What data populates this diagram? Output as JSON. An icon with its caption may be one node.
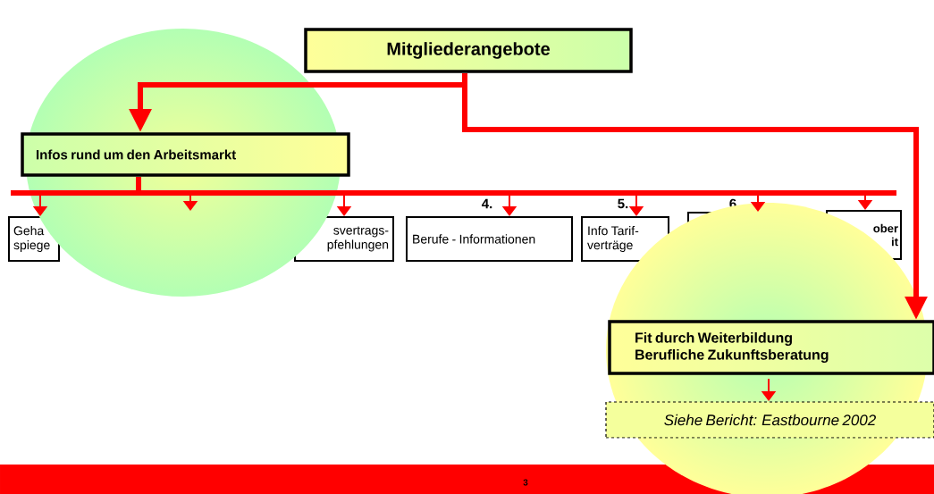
{
  "diagram": {
    "nodes": [
      {
        "text": [
          "Mitgliederangebote"
        ]
      },
      {
        "text": [
          "Infos rund um den Arbeitsmarkt"
        ]
      },
      {
        "text": [],
        "shape": "bar"
      },
      {
        "text": [
          "Geha spiege"
        ]
      },
      {
        "text": [
          "svertrags- pfehlungen"
        ]
      },
      {
        "text": [
          "Berufe - Informationen"
        ],
        "beside": [
          "4."
        ]
      },
      {
        "text": [
          "Info Tarif- verträge"
        ],
        "beside": [
          "5."
        ]
      },
      {
        "text": [],
        "shape": "box",
        "beside": [
          "6"
        ]
      },
      {
        "text": [
          "ober it"
        ]
      },
      {
        "text": [
          "Fit durch Weiterbildung",
          "Berufliche Zukunftsberatung"
        ]
      },
      {
        "text": [
          "Siehe Bericht: Eastbourne 2002"
        ]
      }
    ],
    "edges": [
      {
        "from": 0,
        "to": 1,
        "arrow": "to",
        "style": "thick"
      },
      {
        "from": 0,
        "to": 9,
        "arrow": "to",
        "style": "thick"
      },
      {
        "from": 1,
        "to": 2,
        "arrow": "none",
        "style": "thick"
      },
      {
        "from": 2,
        "to": 3,
        "arrow": "to"
      },
      {
        "from": 2,
        "to": null,
        "arrow": "to"
      },
      {
        "from": 2,
        "to": 4,
        "arrow": "to"
      },
      {
        "from": 2,
        "to": 5,
        "arrow": "to"
      },
      {
        "from": 2,
        "to": 6,
        "arrow": "to"
      },
      {
        "from": 2,
        "to": 7,
        "arrow": "to"
      },
      {
        "from": 2,
        "to": 8,
        "arrow": "to"
      },
      {
        "from": 9,
        "to": 10,
        "arrow": "to"
      }
    ],
    "labels": [
      "3"
    ]
  }
}
